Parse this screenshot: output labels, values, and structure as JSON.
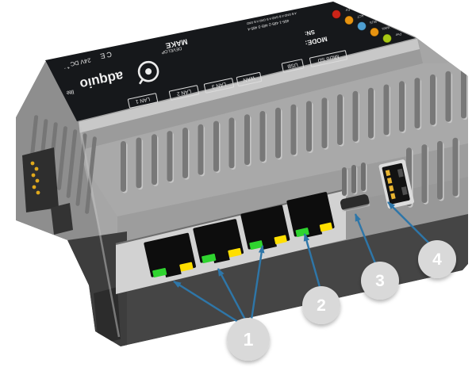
{
  "device": {
    "brand": "adquio",
    "variant": "lite",
    "top_label": {
      "power_rating": "24V DC",
      "polarity": "+ -",
      "certification": "CE",
      "maker_line1": "MAKE",
      "maker_line2": "DEVELOP",
      "serial_label": "SN:",
      "mode_label": "MODE:",
      "terminal_row_pins": "A B GND   A B GND   A B GND   A B GND",
      "terminal_row_ports": "485-1      485-2      485-3      485-4",
      "status_leds": [
        {
          "name": "Err",
          "color": "#cc2418"
        },
        {
          "name": "ACT",
          "color": "#e89410"
        },
        {
          "name": "BUS",
          "color": "#4e9fd2"
        },
        {
          "name": "WAN",
          "color": "#e89410"
        },
        {
          "name": "Pwr",
          "color": "#a8c814"
        }
      ],
      "port_strip": [
        "LAN 1",
        "LAN 2",
        "LAN 3",
        "WAN",
        "USB",
        "Micro SD"
      ]
    },
    "front_ports": {
      "rj45_count": "4",
      "led_green": "#2fd42f",
      "led_yellow": "#ffdf00"
    }
  },
  "callouts": [
    {
      "number": "1"
    },
    {
      "number": "2"
    },
    {
      "number": "3"
    },
    {
      "number": "4"
    }
  ],
  "colors": {
    "callout_line": "#2e76a8",
    "callout_circle": "#d9d9d9",
    "callout_number": "#ffffff",
    "label_panel": "#16181b",
    "body_gray": "#a6a6a6"
  }
}
